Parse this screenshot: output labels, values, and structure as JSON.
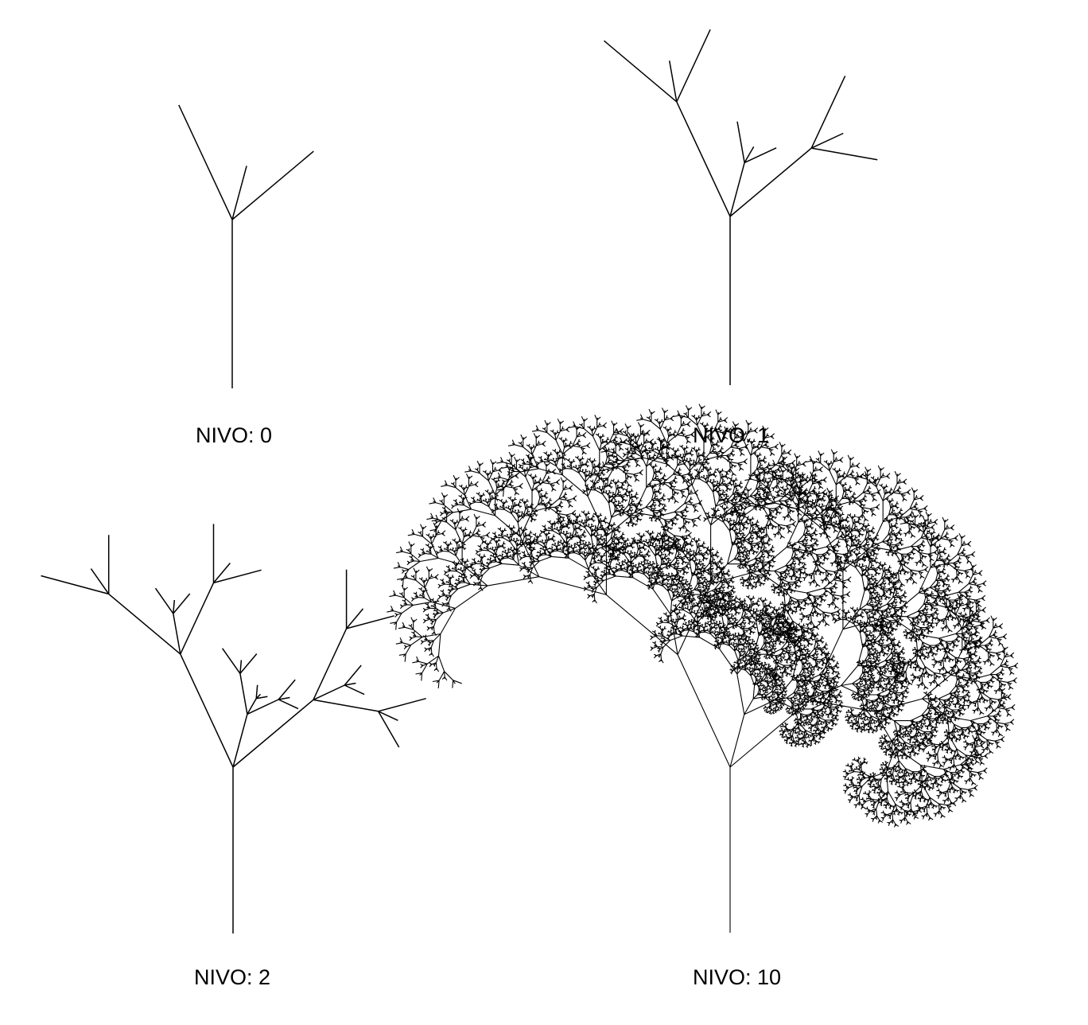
{
  "colors": {
    "background": "#ffffff",
    "stroke": "#000000"
  },
  "panels": [
    {
      "caption": "NIVO: 0",
      "level": 0
    },
    {
      "caption": "NIVO: 1",
      "level": 1
    },
    {
      "caption": "NIVO: 2",
      "level": 2
    },
    {
      "caption": "NIVO: 10",
      "level": 10
    }
  ]
}
